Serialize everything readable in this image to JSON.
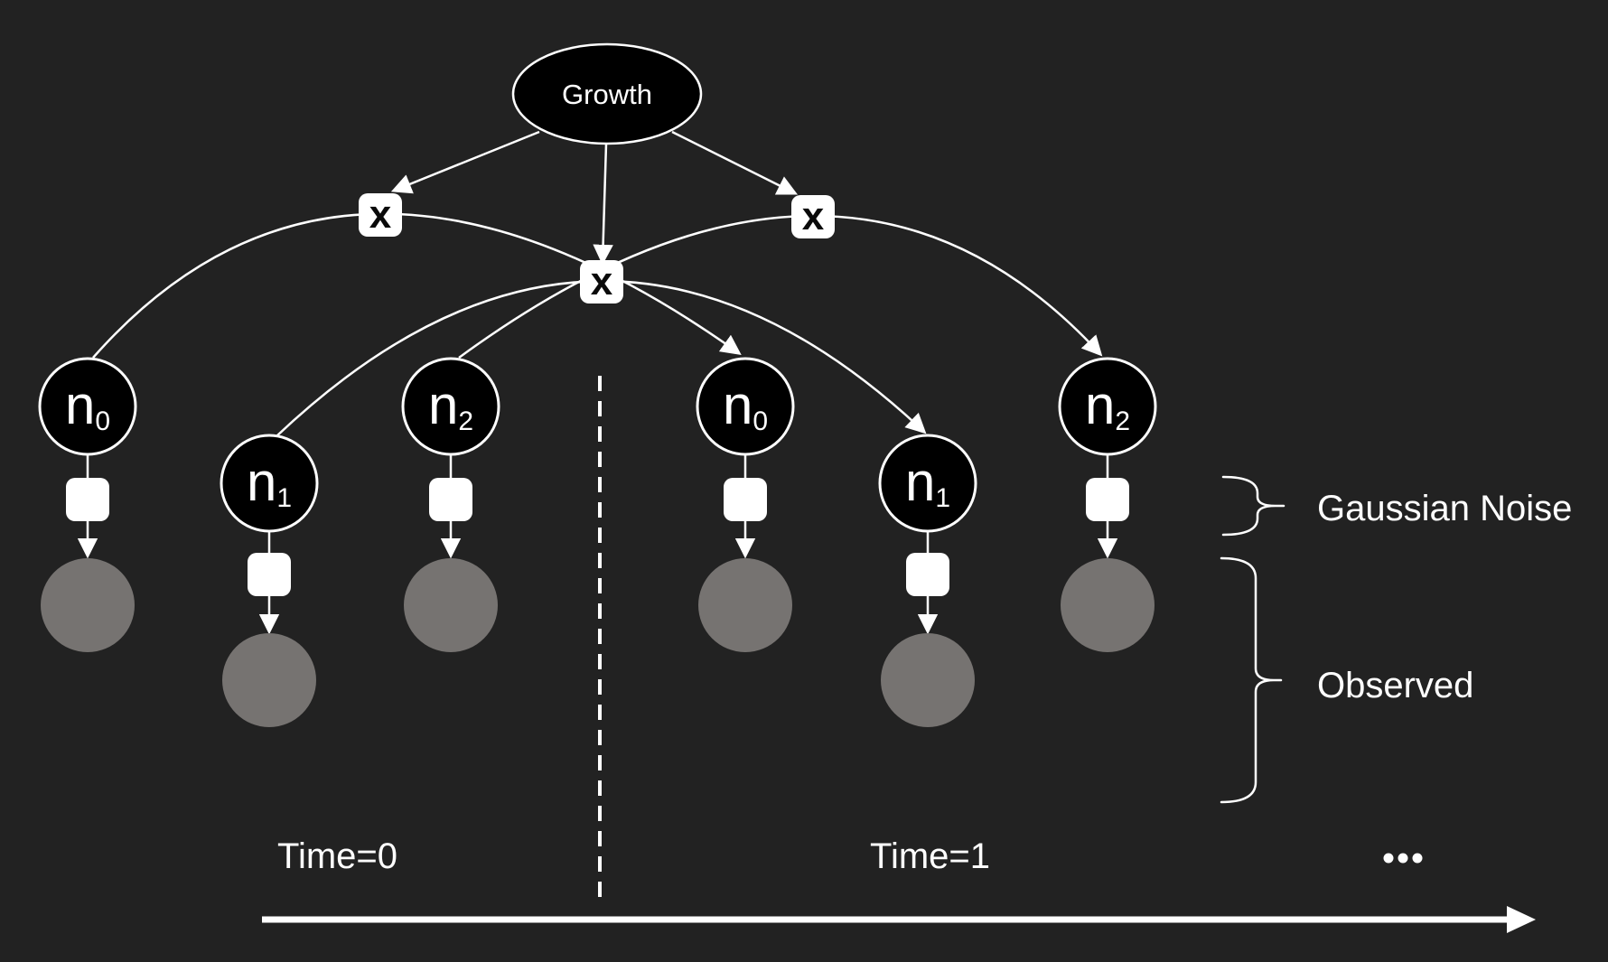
{
  "diagram": {
    "root": {
      "label": "Growth"
    },
    "operator": {
      "label": "x"
    },
    "nodes": {
      "n0": {
        "base": "n",
        "sub": "0"
      },
      "n1": {
        "base": "n",
        "sub": "1"
      },
      "n2": {
        "base": "n",
        "sub": "2"
      }
    },
    "annotations": {
      "gaussian_noise": "Gaussian Noise",
      "observed": "Observed"
    },
    "time_labels": {
      "t0": "Time=0",
      "t1": "Time=1",
      "more": "..."
    },
    "colors": {
      "background": "#222222",
      "node_fill": "#000000",
      "node_stroke": "#ffffff",
      "noise_fill": "#ffffff",
      "observed_fill": "#767371",
      "operator_fill": "#ffffff",
      "operator_text": "#0a0a0a",
      "label_text": "#ffffff"
    }
  }
}
